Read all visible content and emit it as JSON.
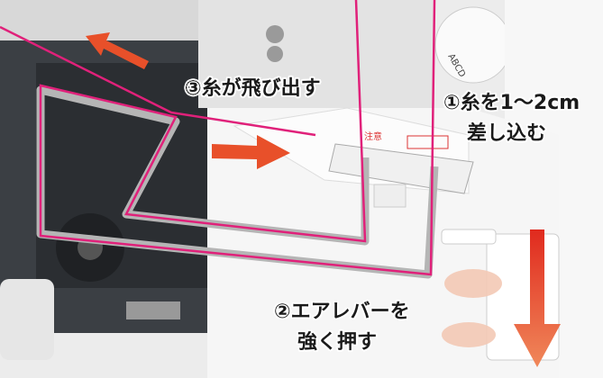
{
  "labels": {
    "step1_line1": "①糸を1～2cm",
    "step1_line2": "差し込む",
    "step2_line1": "②エアレバーを",
    "step2_line2": "強く押す",
    "step3": "③糸が飛び出す"
  },
  "machine_text": {
    "caution": "注意"
  },
  "colors": {
    "thread": "#e0217a",
    "arrow": "#e8502a",
    "machine_body": "#f4f4f4",
    "machine_dark": "#3a3d40",
    "tube": "#b9b9b9"
  }
}
